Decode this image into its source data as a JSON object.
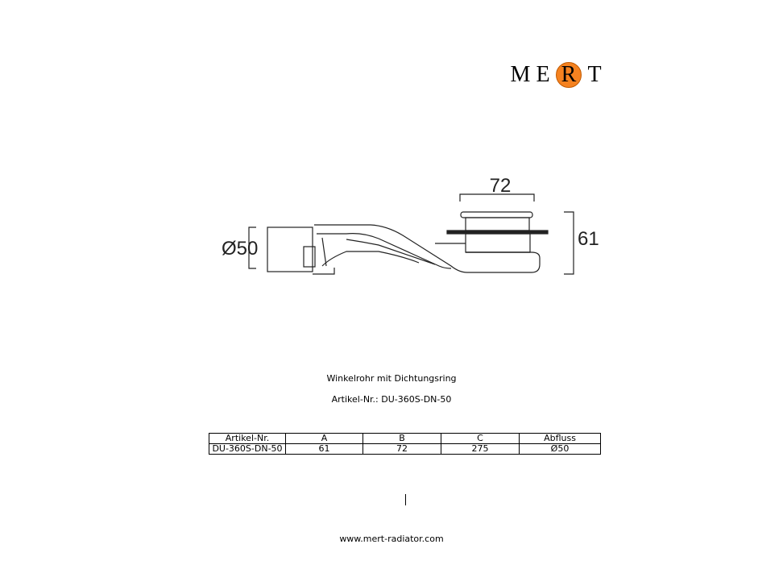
{
  "logo": {
    "letters": [
      "M",
      "E",
      "R",
      "T"
    ],
    "accent": "#f58220"
  },
  "drawing": {
    "dim_top": "72",
    "dim_right": "61",
    "dim_left": "Ø50"
  },
  "caption": "Winkelrohr mit Dichtungsring",
  "article": "Artikel-Nr.: DU-360S-DN-50",
  "table": {
    "headers": [
      "Artikel-Nr.",
      "A",
      "B",
      "C",
      "Abfluss"
    ],
    "rows": [
      [
        "DU-360S-DN-50",
        "61",
        "72",
        "275",
        "Ø50"
      ]
    ]
  },
  "footer": "www.mert-radiator.com"
}
